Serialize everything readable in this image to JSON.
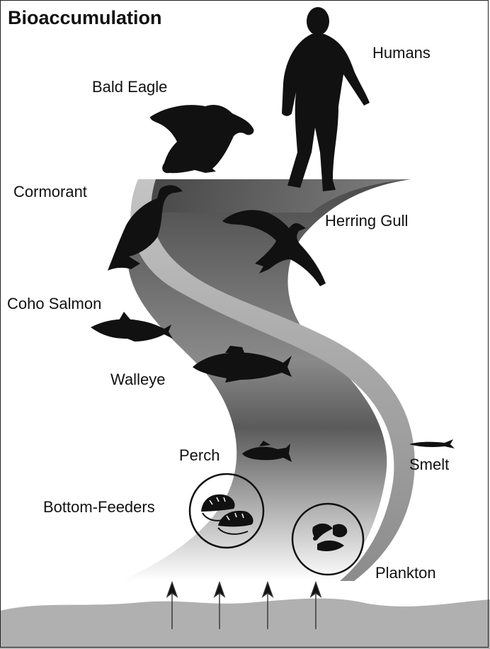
{
  "title": "Bioaccumulation",
  "labels": {
    "humans": "Humans",
    "bald_eagle": "Bald Eagle",
    "cormorant": "Cormorant",
    "herring_gull": "Herring Gull",
    "coho_salmon": "Coho Salmon",
    "walleye": "Walleye",
    "perch": "Perch",
    "smelt": "Smelt",
    "bottom_feeders": "Bottom-Feeders",
    "plankton": "Plankton"
  },
  "icons": {
    "human": "human-silhouette-icon",
    "eagle": "bald-eagle-silhouette-icon",
    "cormorant": "cormorant-silhouette-icon",
    "gull": "herring-gull-silhouette-icon",
    "fish": "fish-silhouette-icon",
    "shell": "mussel-icon",
    "plankton": "plankton-icon",
    "arrow": "up-arrow-icon"
  },
  "colors": {
    "silhouette": "#111111",
    "ribbon_dark": "#555555",
    "ribbon_light": "#ffffff",
    "ribbon_front": "#a0a0a0",
    "ground": "#b0b0b0"
  }
}
